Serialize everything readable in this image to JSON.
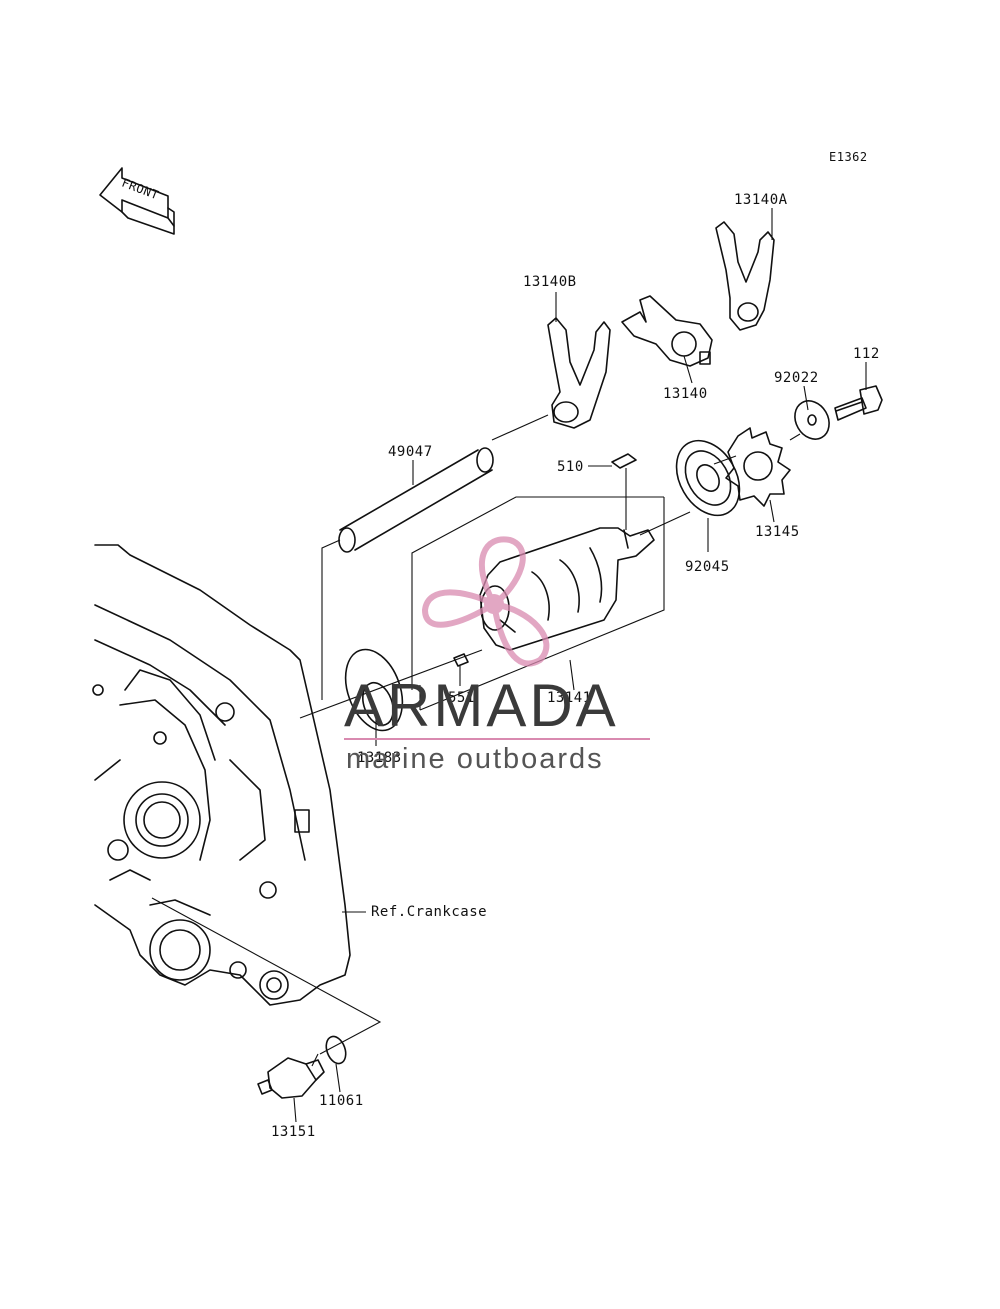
{
  "code": "E1362",
  "front_label": "FRONT",
  "watermark": {
    "brand": "ARMADA",
    "tagline": "marine outboards",
    "accent": "#d98ab0"
  },
  "parts": {
    "p13140A": "13140A",
    "p13140B": "13140B",
    "p13140": "13140",
    "p112": "112",
    "p92022": "92022",
    "p49047": "49047",
    "p510": "510",
    "p13145": "13145",
    "p92045": "92045",
    "p551": "551",
    "p13141": "13141",
    "p13183": "13183",
    "ref_crankcase": "Ref.Crankcase",
    "p11061": "11061",
    "p13151": "13151"
  }
}
